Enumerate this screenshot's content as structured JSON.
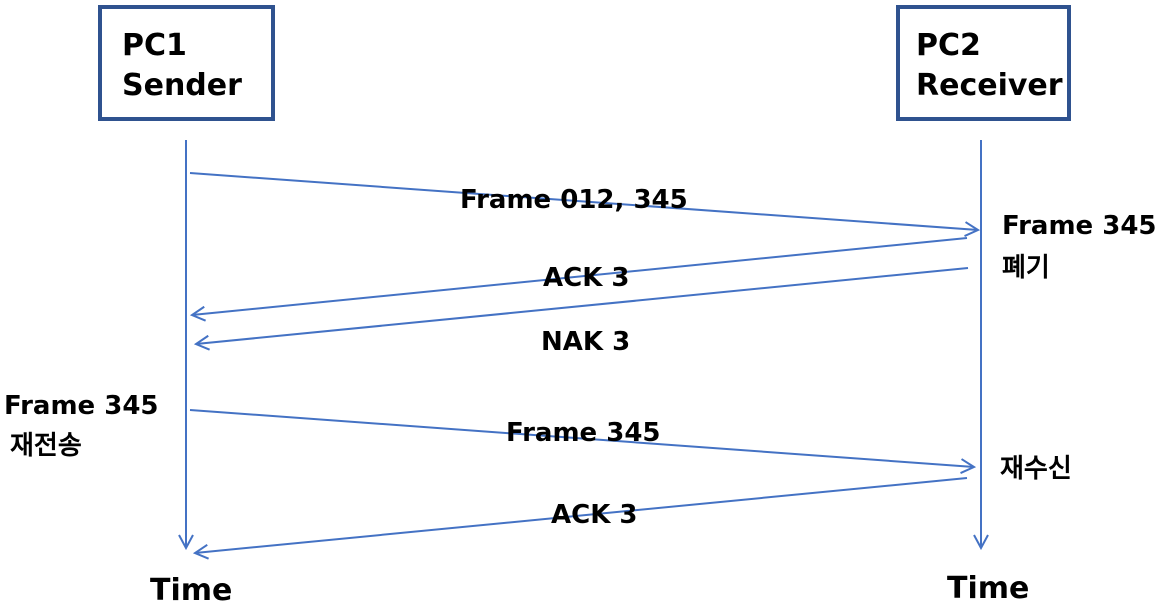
{
  "nodes": {
    "sender": {
      "line1": "PC1",
      "line2": "Sender"
    },
    "receiver": {
      "line1": "PC2",
      "line2": "Receiver"
    }
  },
  "messages": [
    {
      "label": "Frame 012, 345",
      "direction": "sender-to-receiver"
    },
    {
      "label": "ACK 3",
      "direction": "receiver-to-sender"
    },
    {
      "label": "NAK 3",
      "direction": "receiver-to-sender"
    },
    {
      "label": "Frame 345",
      "direction": "sender-to-receiver"
    },
    {
      "label": "ACK 3",
      "direction": "receiver-to-sender"
    }
  ],
  "notes": {
    "receiver_discard": {
      "line1": "Frame 345",
      "line2": "폐기"
    },
    "sender_retransmit": {
      "line1": "Frame 345",
      "line2": "재전송"
    },
    "receiver_rereceive": {
      "line1": "재수신"
    }
  },
  "time_labels": {
    "sender": "Time",
    "receiver": "Time"
  },
  "colors": {
    "box_border": "#2f528f",
    "line": "#4472c4",
    "text": "#000000"
  }
}
